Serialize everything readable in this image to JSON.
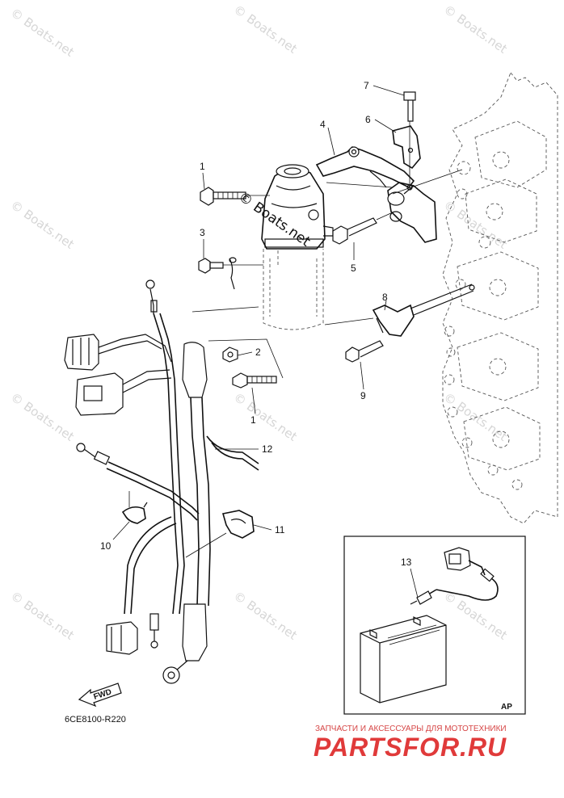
{
  "watermark_text": "© Boats.net",
  "overlay_watermark": "© Boats.net",
  "part_labels": [
    {
      "id": "p1a",
      "text": "1"
    },
    {
      "id": "p1b",
      "text": "1"
    },
    {
      "id": "p2",
      "text": "2"
    },
    {
      "id": "p3",
      "text": "3"
    },
    {
      "id": "p4",
      "text": "4"
    },
    {
      "id": "p5",
      "text": "5"
    },
    {
      "id": "p6",
      "text": "6"
    },
    {
      "id": "p7",
      "text": "7"
    },
    {
      "id": "p8",
      "text": "8"
    },
    {
      "id": "p9",
      "text": "9"
    },
    {
      "id": "p10",
      "text": "10"
    },
    {
      "id": "p11",
      "text": "11"
    },
    {
      "id": "p12",
      "text": "12"
    },
    {
      "id": "p13",
      "text": "13"
    }
  ],
  "fwd_label": "FWD",
  "inset_label": "AP",
  "diagram_code": "6CE8100-R220",
  "brand": {
    "subtitle": "ЗАПЧАСТИ И АКСЕССУАРЫ ДЛЯ МОТОТЕХНИКИ",
    "name": "PARTSFOR.RU",
    "color": "#e03a3a"
  }
}
